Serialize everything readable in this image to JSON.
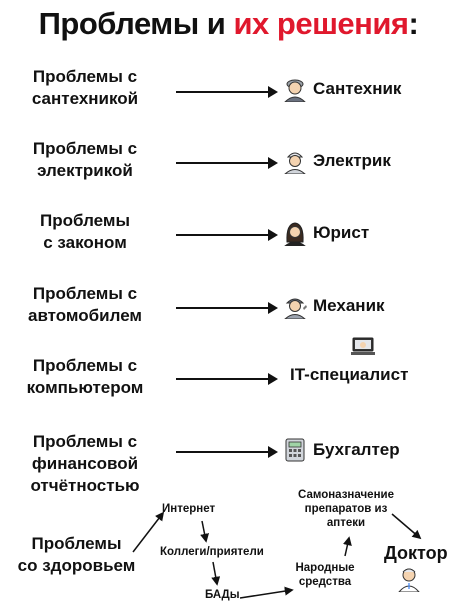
{
  "title": {
    "part1": "Проблемы и",
    "part2": "их решения",
    "colon": ":"
  },
  "colors": {
    "accent": "#e0182d",
    "text": "#111111"
  },
  "rows": [
    {
      "problem": [
        "Проблемы с",
        "сантехникой"
      ],
      "solution": "Сантехник",
      "icon": "plumber-icon"
    },
    {
      "problem": [
        "Проблемы с",
        "электрикой"
      ],
      "solution": "Электрик",
      "icon": "electrician-icon"
    },
    {
      "problem": [
        "Проблемы",
        "с законом"
      ],
      "solution": "Юрист",
      "icon": "lawyer-icon"
    },
    {
      "problem": [
        "Проблемы с",
        "автомобилем"
      ],
      "solution": "Механик",
      "icon": "mechanic-icon"
    },
    {
      "problem": [
        "Проблемы с",
        "компьютером"
      ],
      "solution": "IT-специалист",
      "icon": "computer-icon"
    },
    {
      "problem": [
        "Проблемы с",
        "финансовой",
        "отчётностью"
      ],
      "solution": "Бухгалтер",
      "icon": "calculator-icon"
    }
  ],
  "health": {
    "problem": [
      "Проблемы",
      "со здоровьем"
    ],
    "internet": "Интернет",
    "friends": "Коллеги/приятели",
    "supplements": "БАДы",
    "self_treatment": [
      "Самоназначение",
      "препаратов из",
      "аптеки"
    ],
    "folk": [
      "Народные",
      "средства"
    ],
    "doctor": "Доктор",
    "doctor_icon": "doctor-icon"
  }
}
